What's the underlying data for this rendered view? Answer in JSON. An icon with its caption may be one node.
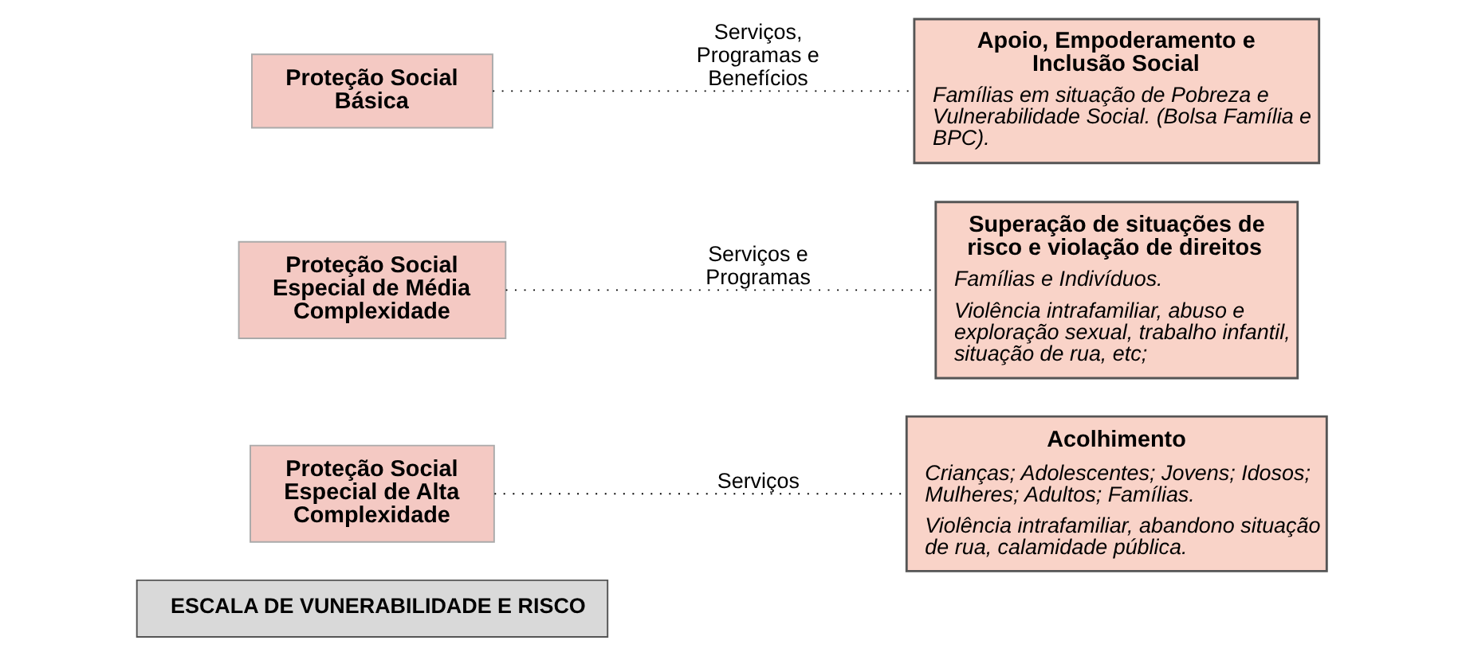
{
  "diagram": {
    "nodes": [
      {
        "text": [
          "ESCALA DE VUNERABILIDADE E RISCO"
        ]
      },
      {
        "text": [
          "Proteção Social Especial de Alta Complexidade"
        ]
      },
      {
        "text": [
          "Acolhimento",
          "Crianças; Adolescentes; Jovens; Idosos; Mulheres; Adultos; Famílias.",
          "Violência intrafamiliar, abandono situação de rua, calamidade pública."
        ]
      },
      {
        "text": [
          "Proteção Social Especial de Média Complexidade"
        ]
      },
      {
        "text": [
          "Superação de situações de risco e violação de direitos",
          "Famílias e Indivíduos.",
          "Violência intrafamiliar, abuso e exploração sexual, trabalho infantil, situação de rua, etc;"
        ]
      },
      {
        "text": [
          "Proteção Social Básica"
        ]
      },
      {
        "text": [
          "Apoio, Empoderamento e Inclusão Social",
          "Famílias em situação de Pobreza e Vulnerabilidade Social. (Bolsa Família e BPC)."
        ]
      }
    ],
    "edges": [
      {
        "from": 1,
        "to": 2,
        "arrow": "none",
        "label": "Serviços",
        "style": "dashed"
      },
      {
        "from": 3,
        "to": 4,
        "arrow": "none",
        "label": "Serviços e Programas",
        "style": "dashed"
      },
      {
        "from": 5,
        "to": 6,
        "arrow": "none",
        "label": "Serviços, Programas e Benefícios",
        "style": "dashed"
      }
    ]
  }
}
